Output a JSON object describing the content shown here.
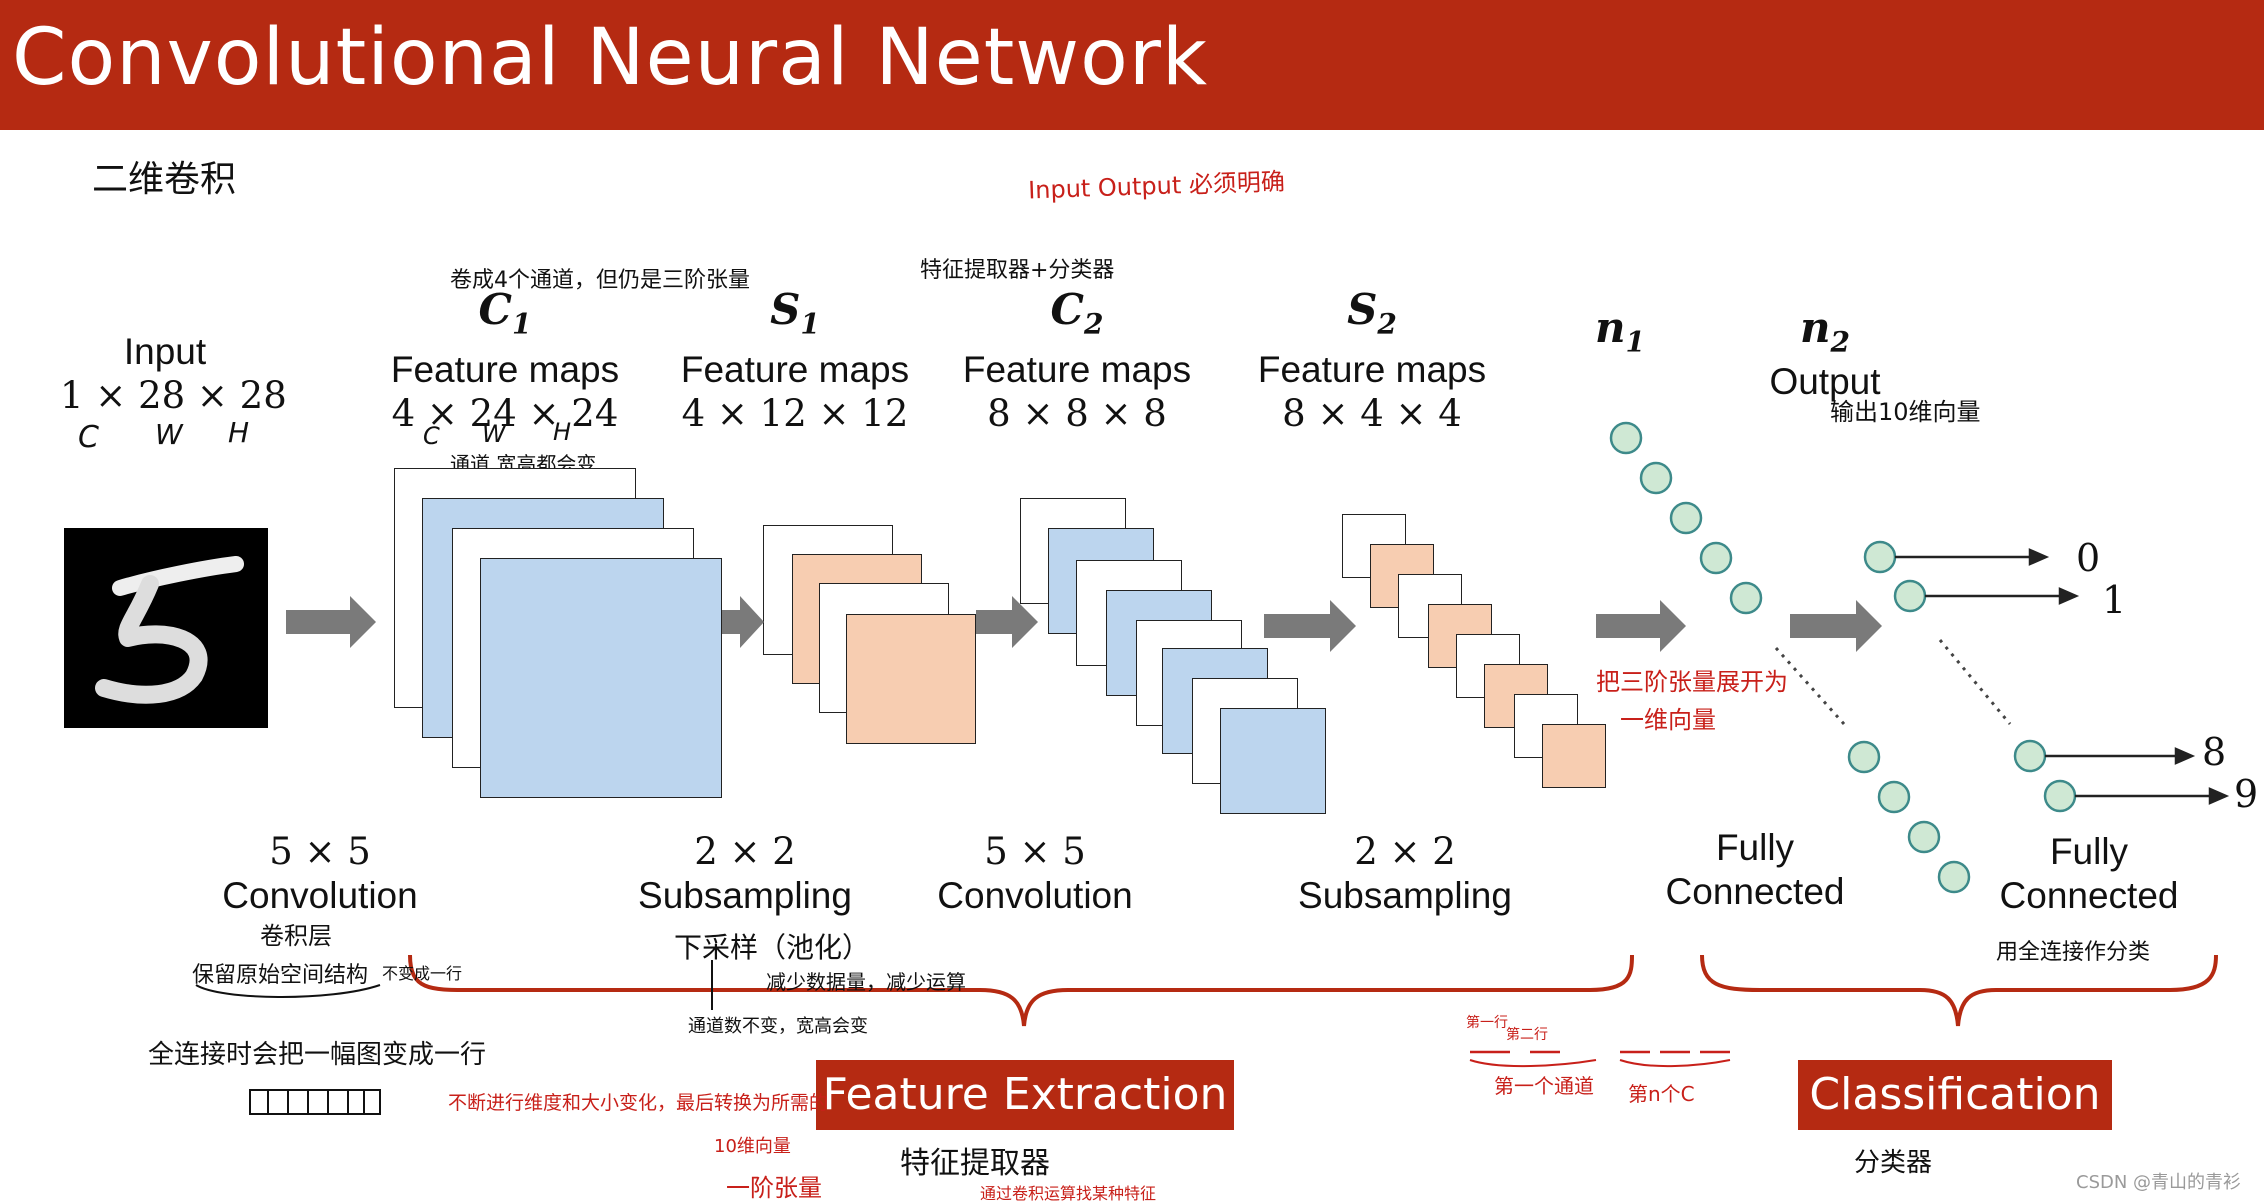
{
  "title": "Convolutional Neural Network",
  "colors": {
    "title_bar": "#b52a12",
    "feature_blue": "#bcd5ee",
    "feature_peach": "#f7cdb1",
    "node_green": "#cfe8d4",
    "node_stroke": "#3d8a8a",
    "arrow_gray": "#7a7a7a",
    "annotation_red": "#c8201a"
  },
  "stages": {
    "input": {
      "name": "Input",
      "dims": "1 × 28 × 28"
    },
    "c1": {
      "symbol": "C",
      "sub": "1",
      "name": "Feature maps",
      "dims": "4 × 24 × 24"
    },
    "s1": {
      "symbol": "S",
      "sub": "1",
      "name": "Feature maps",
      "dims": "4 × 12 × 12"
    },
    "c2": {
      "symbol": "C",
      "sub": "2",
      "name": "Feature maps",
      "dims": "8 × 8 × 8"
    },
    "s2": {
      "symbol": "S",
      "sub": "2",
      "name": "Feature maps",
      "dims": "8 × 4 × 4"
    },
    "n1": {
      "symbol": "n",
      "sub": "1"
    },
    "n2": {
      "symbol": "n",
      "sub": "2",
      "name": "Output"
    }
  },
  "operations": {
    "op1": {
      "size": "5 × 5",
      "name": "Convolution"
    },
    "op2": {
      "size": "2 × 2",
      "name": "Subsampling"
    },
    "op3": {
      "size": "5 × 5",
      "name": "Convolution"
    },
    "op4": {
      "size": "2 × 2",
      "name": "Subsampling"
    },
    "op5": {
      "name_line1": "Fully",
      "name_line2": "Connected"
    },
    "op6": {
      "name_line1": "Fully",
      "name_line2": "Connected"
    }
  },
  "outputs": [
    "0",
    "1",
    "8",
    "9"
  ],
  "sections": {
    "feature_extraction": "Feature Extraction",
    "classification": "Classification"
  },
  "annotations": {
    "top_left": "二维卷积",
    "input_output_note": "Input Output 必须明确",
    "c1_note": "卷成4个通道，但仍是三阶张量",
    "feature_classifier": "特征提取器+分类器",
    "cwh_input": {
      "c": "C",
      "w": "W",
      "h": "H"
    },
    "cwh_c1": {
      "c": "C",
      "w": "W",
      "h": "H"
    },
    "c1_sub_note": "通道 宽高都会变",
    "n2_note": "输出10维向量",
    "flatten_note_1": "把三阶张量展开为",
    "flatten_note_2": "一维向量",
    "conv_layer": "卷积层",
    "keep_structure": "保留原始空间结构",
    "no_row": "不变成一行",
    "fc_row": "全连接时会把一幅图变成一行",
    "subsample_note": "下采样（池化）",
    "reduce_note": "减少数据量，减少运算",
    "channel_note": "通道数不变，宽高会变",
    "continuous_note": "不断进行维度和大小变化，最后转换为所需的",
    "ten_dim_note": "10维向量",
    "tensor_note": "一阶张量",
    "feature_extractor": "特征提取器",
    "feature_extractor_sub": "通过卷积运算找某种特征",
    "fc_classify": "用全连接作分类",
    "classifier": "分类器",
    "first_row": "第一行",
    "second_row": "第二行",
    "first_channel": "第一个通道",
    "last_c": "第n个C"
  },
  "watermark": "CSDN @青山的青衫"
}
